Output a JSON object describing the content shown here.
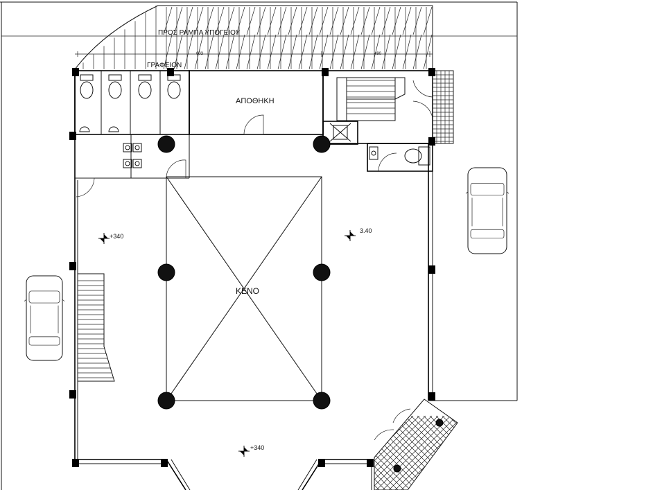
{
  "plan": {
    "ramp_label": "ΠΡΟΣ   ΡΑΜΠΑ ΥΠΟΓΕΙΟΥ",
    "dim_left": "003",
    "dim_right": "490",
    "office_label": "ΓΡΑΦΕΙΟΝ",
    "storage_label": "ΑΠΟΘΗΚΗ",
    "void_label": "ΚΕΝΟ",
    "level_left": "+340",
    "level_right": "3.40",
    "level_bottom": "+340"
  },
  "icons": {
    "wc": "toilet-icon",
    "basin": "sink-icon",
    "car": "car-icon",
    "column": "column-icon",
    "level": "level-marker-icon",
    "door": "door-swing-icon",
    "stair": "staircase-icon",
    "lift": "elevator-shaft-icon"
  },
  "colors": {
    "line": "#111111",
    "background": "#ffffff"
  }
}
